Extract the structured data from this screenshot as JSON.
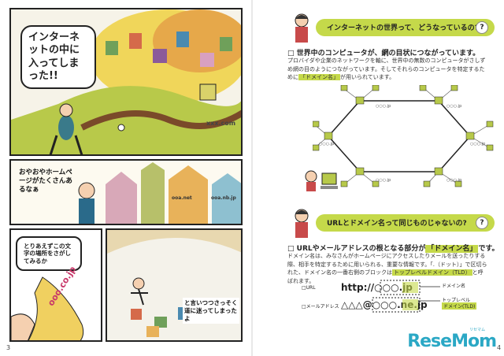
{
  "manga": {
    "panel1_text": "インターネットの中に入ってしまった!!",
    "panel1_sign": "xxx.com",
    "panel2_text": "おやおやホームページがたくさんあるなぁ",
    "panel2_sign_a": "ooa.net",
    "panel2_sign_b": "ooa.nb.jp",
    "panel3_text": "とりあえずこの文字の場所をさがしてみるか",
    "panel3_banner": "ooo.co.jp",
    "panel4_text": "と言いつつさっそく道に迷ってしまったよ",
    "page_number": "3"
  },
  "article": {
    "q1": "インターネットの世界って、どうなっているの?",
    "q1_mark": "?",
    "section1_title": "□ 世界中のコンピュータが、網の目状につながっています。",
    "section1_body_a": "プロバイダや企業のネットワークを軸に、世界中の無数のコンピュータがさしずめ網の目のようにつながっています。そしてそれらのコンピュータを特定するために",
    "section1_highlight": "「ドメイン名」",
    "section1_body_b": "が用いられています。",
    "node_label": "○○○.jp",
    "q2": "URLとドメイン名って同じものじゃないの?",
    "q2_mark": "?",
    "section2_title_a": "□ URLやメールアドレスの根となる部分が",
    "section2_title_b": "「ドメイン名」",
    "section2_title_c": "です。",
    "section2_body_a": "ドメイン名は、みなさんがホームページにアクセスしたりメールを送ったりする際、相手を特定するために用いられる、重要な情報です。「.（ドット）」で区切られた、ドメイン名の一番右側のブロックは",
    "section2_highlight": "トップレベルドメイン（TLD）",
    "section2_body_b": "と呼ばれます。",
    "url_label": "□URL",
    "url_value": "http://○○○.jp",
    "mail_label": "□メールアドレス",
    "mail_value": "△△△@○○○.ne.jp",
    "domain_callout": "ドメイン名",
    "tld_callout_a": "トップレベル",
    "tld_callout_b": "ドメイン(TLD)",
    "page_number": "4"
  },
  "brand": {
    "logo": "ReseMom",
    "logo_kana": "リセマム"
  },
  "colors": {
    "accent_green": "#c5d94a",
    "logo_blue": "#2ba8c5"
  }
}
